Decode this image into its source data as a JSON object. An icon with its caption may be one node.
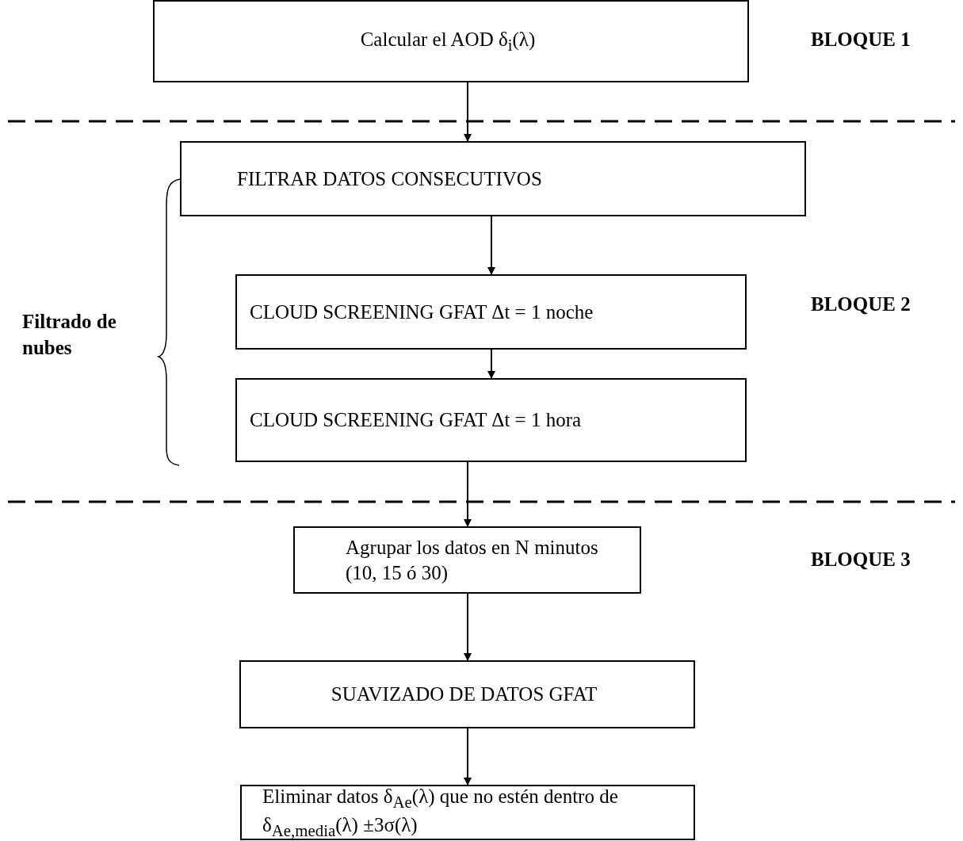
{
  "diagram": {
    "nodes": [
      {
        "text": [
          "Calcular el AOD δ$_{i}$(λ)"
        ]
      },
      {
        "text": [
          "FILTRAR DATOS CONSECUTIVOS"
        ]
      },
      {
        "text": [
          "CLOUD SCREENING GFAT Δt = 1 noche"
        ]
      },
      {
        "text": [
          "CLOUD SCREENING GFAT Δt = 1 hora"
        ]
      },
      {
        "text": [
          "Agrupar los datos en N minutos (10, 15 ó 30)"
        ]
      },
      {
        "text": [
          "SUAVIZADO DE DATOS GFAT"
        ]
      },
      {
        "text": [
          "Eliminar datos δ$_{Ae}$(λ) que no estén dentro de δ$_{Ae,media}$(λ) ±3σ(λ)"
        ]
      }
    ],
    "edges": [
      {
        "from": 0,
        "to": 1,
        "arrow": "to"
      },
      {
        "from": 1,
        "to": 2,
        "arrow": "to"
      },
      {
        "from": 2,
        "to": 3,
        "arrow": "to"
      },
      {
        "from": 3,
        "to": 4,
        "arrow": "to"
      },
      {
        "from": 4,
        "to": 5,
        "arrow": "to"
      },
      {
        "from": 5,
        "to": 6,
        "arrow": "to"
      }
    ],
    "labels": [
      "BLOQUE 1",
      "Filtrado de nubes",
      "BLOQUE 2",
      "BLOQUE 3"
    ]
  }
}
